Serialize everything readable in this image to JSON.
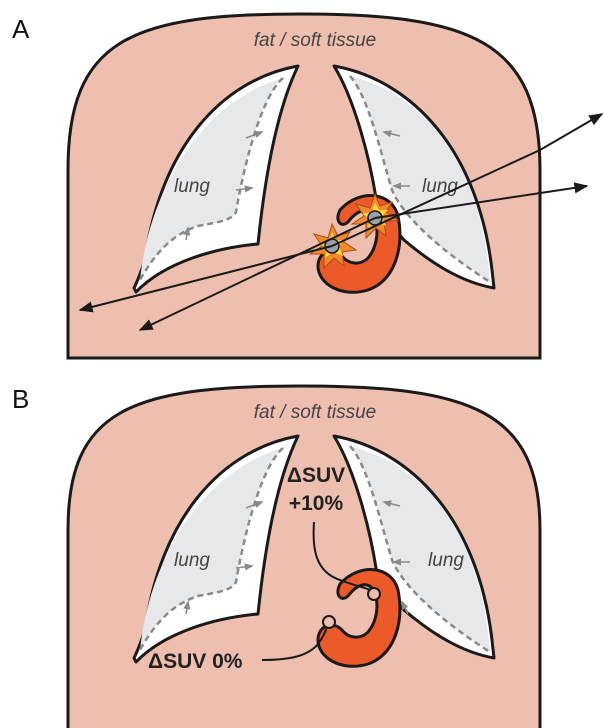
{
  "panels": [
    {
      "letter": "A",
      "top_label": "fat / soft tissue",
      "left_lung_label": "lung",
      "right_lung_label": "lung"
    },
    {
      "letter": "B",
      "top_label": "fat / soft tissue",
      "left_lung_label": "lung",
      "right_lung_label": "lung",
      "annotation_top_line1": "ΔSUV",
      "annotation_top_line2": "+10%",
      "annotation_bottom": "ΔSUV 0%"
    }
  ],
  "colors": {
    "tissue": "#eebfaf",
    "lung_fill": "#e6e8ea",
    "lung_border": "#ffffff",
    "outline": "#1a1a1a",
    "heart": "#ec5a2a",
    "dashed": "#8a8a8a",
    "burst_outer": "#f08a2a",
    "burst_inner": "#ffd83a",
    "focus": "#9aa2a8"
  }
}
